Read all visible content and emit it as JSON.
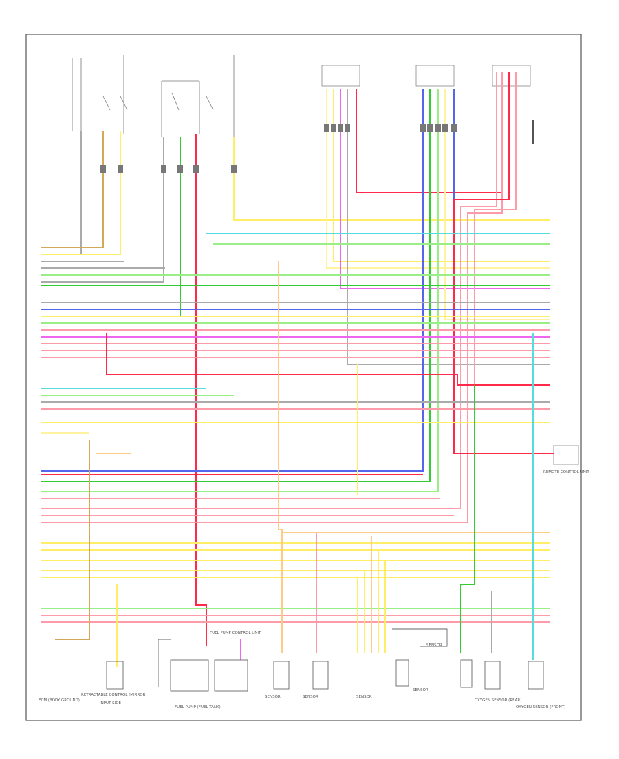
{
  "diagram": {
    "colors": {
      "border": "#555555",
      "label_text": "#555555",
      "red": "#ff2a4a",
      "pink": "#ff9aa8",
      "yellow": "#ffee66",
      "light_yellow": "#fff3a0",
      "orange": "#ffcc88",
      "tan": "#d4a85a",
      "green": "#33cc33",
      "light_green": "#99ee88",
      "cyan": "#55dddd",
      "blue": "#5566ee",
      "purple": "#aa66ee",
      "magenta": "#ee66ee",
      "gray": "#aaaaaa",
      "dark_gray": "#555555"
    },
    "components": [
      {
        "id": "c1",
        "label": "ECM (BODY GROUND)"
      },
      {
        "id": "c2",
        "label": "RETRACTABLE CONTROL (MIRROR)"
      },
      {
        "id": "c3",
        "label": "INPUT SIDE"
      },
      {
        "id": "c4",
        "label": "FUEL PUMP (FUEL TANK)"
      },
      {
        "id": "c5",
        "label": "FUEL PUMP CONTROL UNIT"
      },
      {
        "id": "c6",
        "label": "SENSOR"
      },
      {
        "id": "c7",
        "label": "SENSOR"
      },
      {
        "id": "c8",
        "label": "SENSOR"
      },
      {
        "id": "c9",
        "label": "SENSOR"
      },
      {
        "id": "c10",
        "label": "SENSOR"
      },
      {
        "id": "c11",
        "label": "OXYGEN SENSOR (REAR)"
      },
      {
        "id": "c12",
        "label": "OXYGEN SENSOR (FRONT)"
      },
      {
        "id": "c13",
        "label": "REMOTE CONTROL UNIT"
      }
    ]
  }
}
